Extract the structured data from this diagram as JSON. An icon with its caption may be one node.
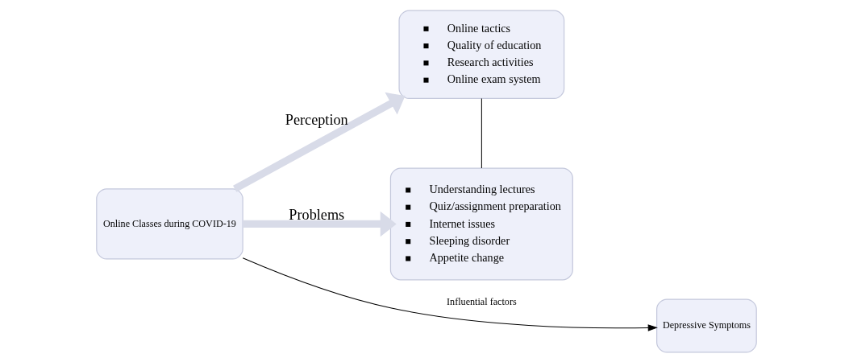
{
  "diagram": {
    "nodes": [
      {
        "text": [
          "Online Classes during COVID-19"
        ]
      },
      {
        "text": [
          "Online tactics",
          "Quality of education",
          "Research activities",
          "Online exam system"
        ]
      },
      {
        "text": [
          "Understanding lectures",
          "Quiz/assignment preparation",
          "Internet issues",
          "Sleeping disorder",
          "Appetite change"
        ]
      },
      {
        "text": [
          "Depressive Symptoms"
        ]
      }
    ],
    "edges": [
      {
        "from": 0,
        "to": 1,
        "arrow": "to",
        "label": "Perception",
        "style": "thick",
        "color": "#d8dbe8"
      },
      {
        "from": 0,
        "to": 2,
        "arrow": "to",
        "label": "Problems",
        "style": "thick",
        "color": "#d8dbe8"
      },
      {
        "from": 0,
        "to": 3,
        "arrow": "to",
        "label": "Influential factors",
        "color": "#000000"
      },
      {
        "from": 1,
        "to": 2,
        "arrow": "none",
        "color": "#000000"
      }
    ]
  }
}
